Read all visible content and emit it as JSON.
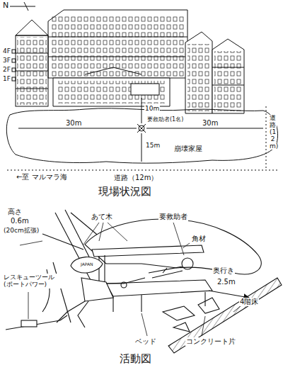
{
  "diagram": {
    "labels": [
      "N",
      "4F",
      "3F",
      "2F",
      "1F",
      "10m",
      "30m",
      "要救助者(1名)",
      "30m",
      "15m",
      "崩壊家屋",
      "道路(12m)",
      "←至 マルマラ海",
      "道路（12m）",
      "現場状況図",
      "高さ",
      "0.6m",
      "(20cm拡張)",
      "あて木",
      "要救助者",
      "角材",
      "奥行き",
      "2.5m",
      "レスキューツール (ポートパワー)",
      "JAPAN",
      "4階床",
      "ベッド",
      "コンクリート片",
      "活動図"
    ]
  }
}
